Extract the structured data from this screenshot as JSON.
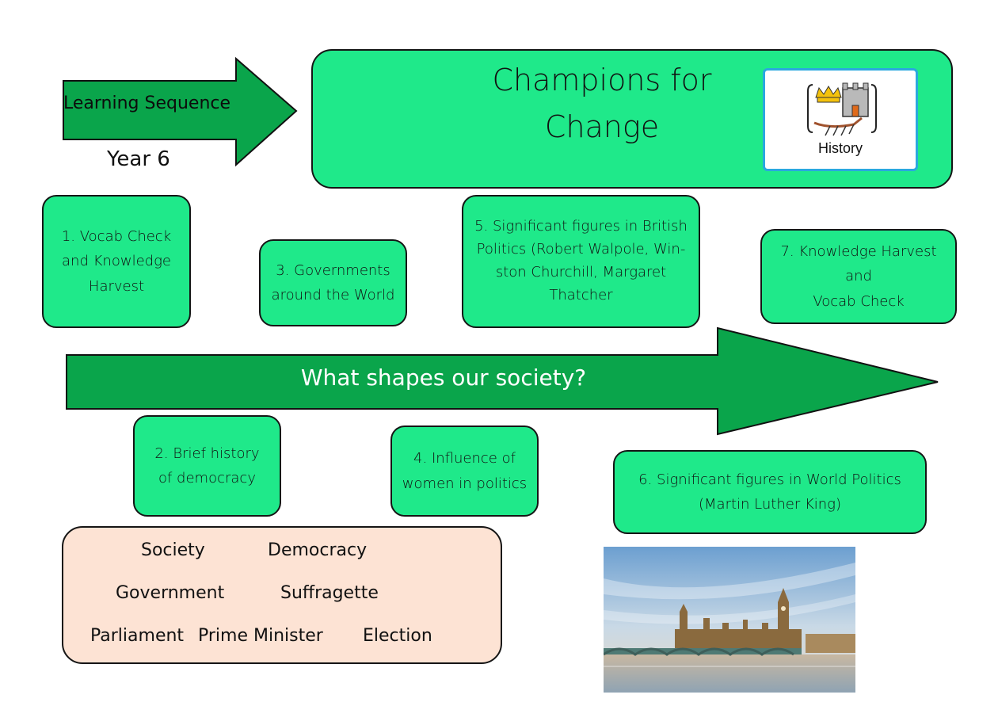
{
  "header": {
    "learning_sequence": "Learning Sequence",
    "year": "Year 6",
    "title": "Champions for\n     Change",
    "subject_label": "History",
    "subject_icon": "history-symbol-icon"
  },
  "question": "What shapes our society?",
  "steps": [
    {
      "label": "1. Vocab Check\nand Knowledge\nHarvest"
    },
    {
      "label": "2. Brief history\nof democracy"
    },
    {
      "label": "3. Governments\naround the World"
    },
    {
      "label": "4. Influence of\nwomen in politics"
    },
    {
      "label": "5. Significant figures in British\nPolitics (Robert Walpole, Win-\nston Churchill, Margaret\nThatcher"
    },
    {
      "label": "6.  Significant figures in World Politics\n(Martin Luther King)"
    },
    {
      "label": "7. Knowledge Harvest and\nVocab Check"
    }
  ],
  "vocabulary": [
    "Society",
    "Democracy",
    "Government",
    "Suffragette",
    "Parliament",
    "Prime Minister",
    "Election"
  ],
  "colors": {
    "box_green": "#1fe98a",
    "arrow_green": "#0aa54b",
    "vocab_bg": "#fde3d4",
    "card_border": "#2aa8df"
  },
  "photo": {
    "subject": "houses-of-parliament-photo"
  }
}
